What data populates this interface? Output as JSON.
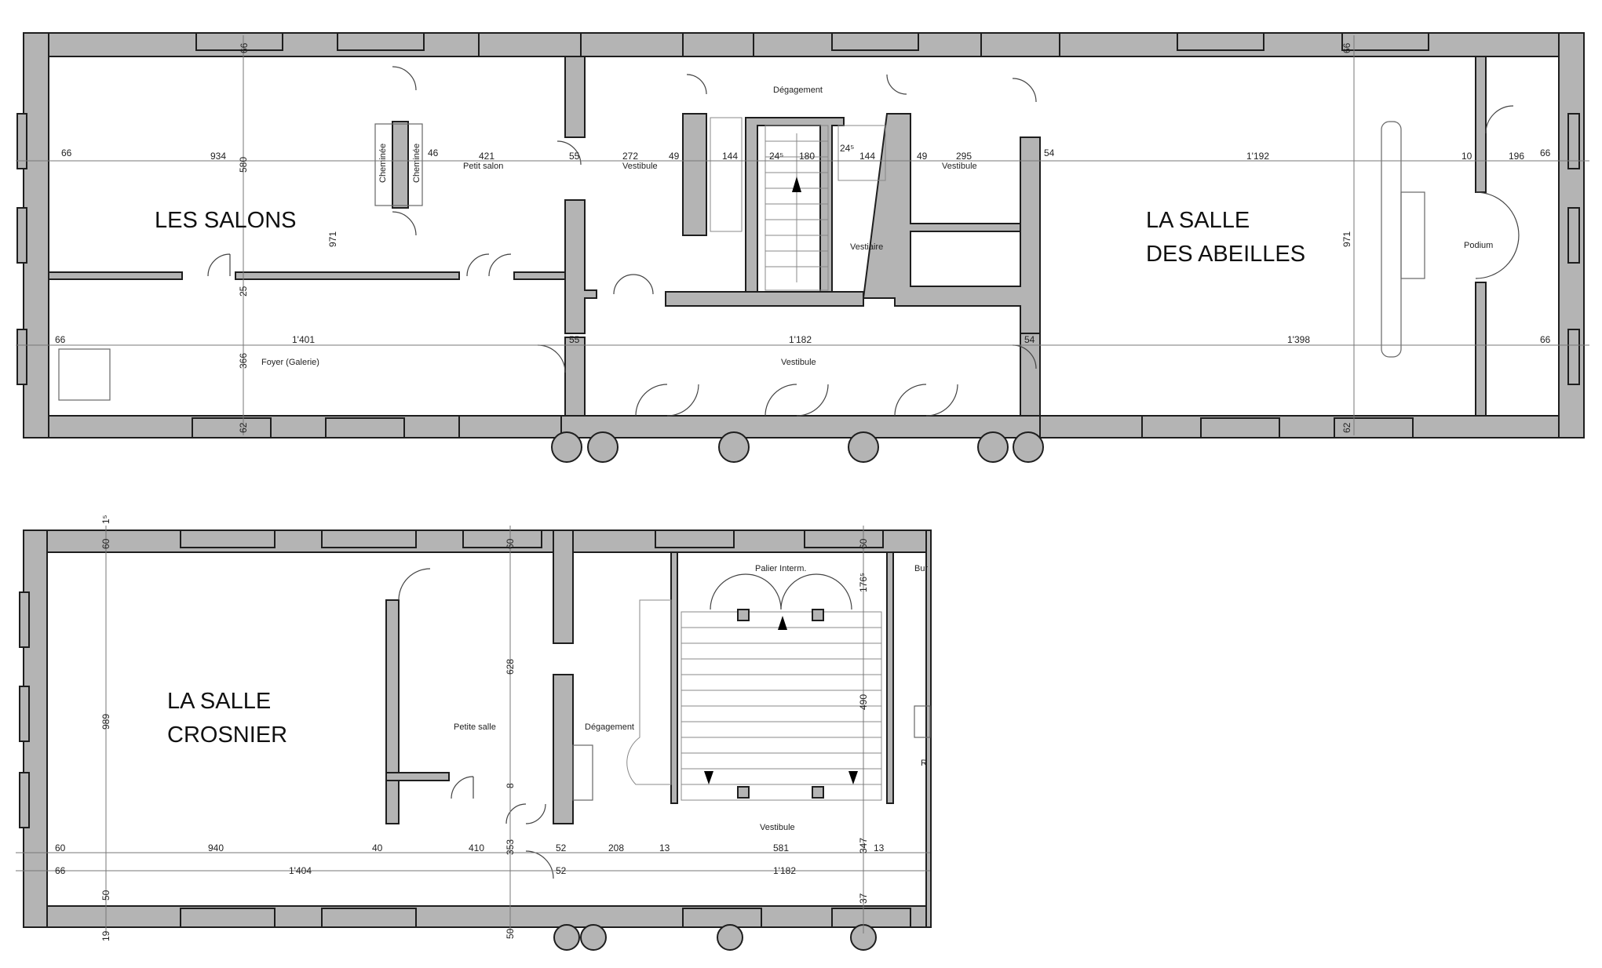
{
  "floor1": {
    "rooms": {
      "salons": "LES SALONS",
      "abeilles_line1": "LA SALLE",
      "abeilles_line2": "DES ABEILLES"
    },
    "labels": {
      "degagement": "Dégagement",
      "cheminee_a": "Cheminée",
      "cheminee_b": "Cheminée",
      "petit_salon": "Petit salon",
      "vestibule_left": "Vestibule",
      "vestibule_right": "Vestibule",
      "vestiaire": "Vestiaire",
      "podium": "Podium",
      "foyer": "Foyer (Galerie)",
      "vestibule_bottom": "Vestibule"
    },
    "dims": {
      "d66_tl": "66",
      "d66_tr": "66",
      "d66_l": "66",
      "d934": "934",
      "d580": "580",
      "d46": "46",
      "d421": "421",
      "d55_a": "55",
      "d272": "272",
      "d49_a": "49",
      "d144_a": "144",
      "d24_a": "24⁵",
      "d180": "180",
      "d24_b": "24⁵",
      "d144_b": "144",
      "d49_b": "49",
      "d295": "295",
      "d54_a": "54",
      "d1192": "1'192",
      "d10": "10",
      "d196": "196",
      "d66_r": "66",
      "d971_a": "971",
      "d971_b": "971",
      "d25": "25",
      "d66_l2": "66",
      "d1401": "1'401",
      "d55_b": "55",
      "d1182": "1'182",
      "d54_b": "54",
      "d1398": "1'398",
      "d66_r2": "66",
      "d366": "366",
      "d62_l": "62",
      "d62_r": "62"
    }
  },
  "floor2": {
    "rooms": {
      "crosnier_line1": "LA SALLE",
      "crosnier_line2": "CROSNIER"
    },
    "labels": {
      "palier": "Palier Interm.",
      "petite_salle": "Petite salle",
      "degagement": "Dégagement",
      "vestibule": "Vestibule",
      "bur": "Bur",
      "r": "R"
    },
    "dims": {
      "d1": "1⁵",
      "d60_a": "60",
      "d60_b": "60",
      "d60_c": "60",
      "d1765": "176⁵",
      "d628": "628",
      "d989": "989",
      "d490": "490",
      "d8": "8",
      "d60_l": "60",
      "d940": "940",
      "d40": "40",
      "d410": "410",
      "d353": "353",
      "d52_a": "52",
      "d208": "208",
      "d13_a": "13",
      "d581": "581",
      "d347": "347",
      "d13_b": "13",
      "d66": "66",
      "d1404": "1'404",
      "d52_b": "52",
      "d1182": "1'182",
      "d50_a": "50",
      "d37": "37",
      "d19": "19",
      "d50_b": "50"
    }
  }
}
